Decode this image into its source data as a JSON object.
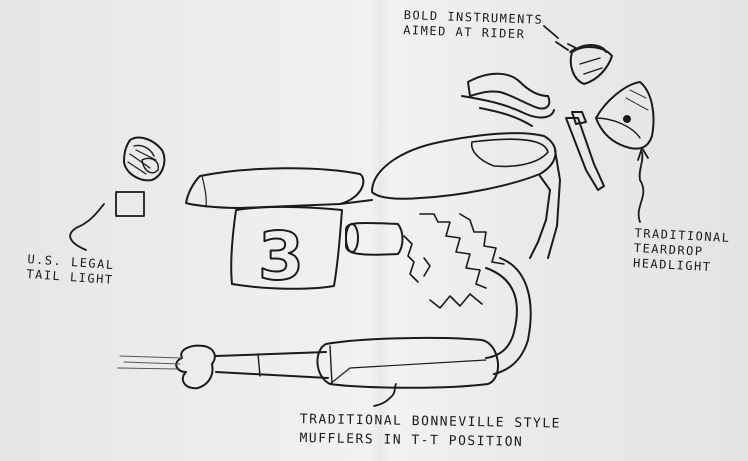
{
  "annotations": {
    "instruments": [
      "BOLD INSTRUMENTS",
      "AIMED AT RIDER"
    ],
    "taillight": [
      "U.S. LEGAL",
      "TAIL LIGHT"
    ],
    "headlight": [
      "TRADITIONAL",
      "TEARDROP",
      "HEADLIGHT"
    ],
    "mufflers": [
      "TRADITIONAL BONNEVILLE STYLE",
      "MUFFLERS IN T-T POSITION"
    ]
  },
  "number_plate": "3",
  "colors": {
    "paper": "#eeeeec",
    "ink": "#1b1b1b"
  }
}
